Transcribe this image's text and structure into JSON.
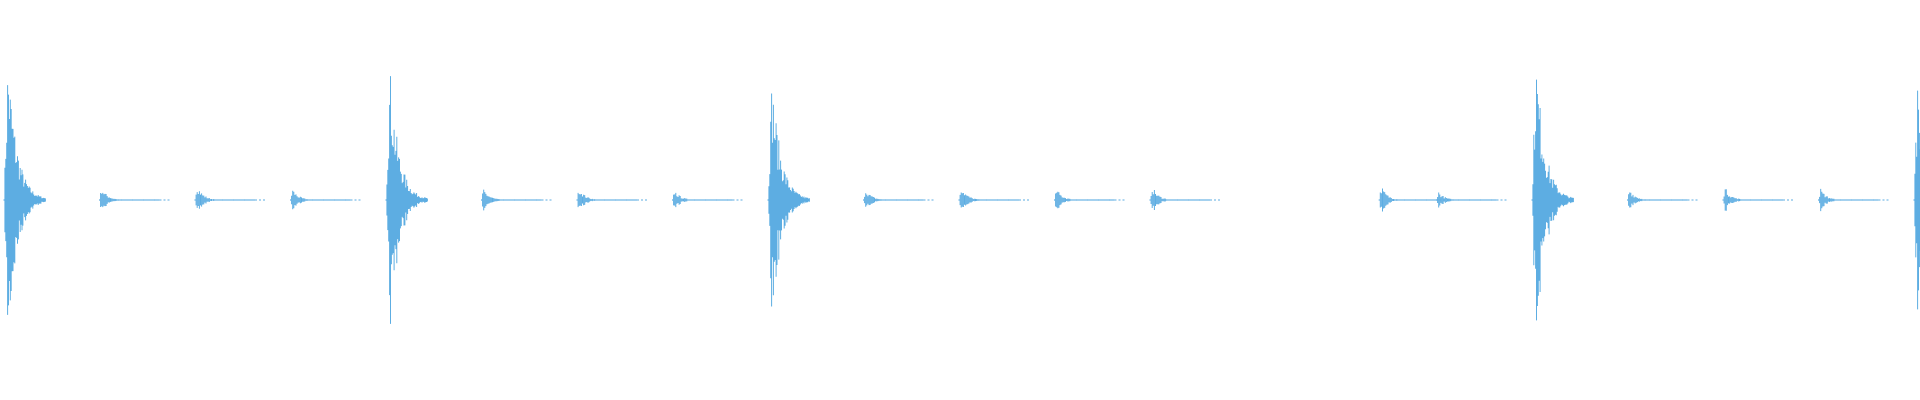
{
  "waveform": {
    "color": "#5dade2",
    "events": [
      {
        "time": 0.0,
        "amplitude": 1.0,
        "kind": "beat"
      },
      {
        "time": 0.05,
        "amplitude": 0.09,
        "kind": "tick"
      },
      {
        "time": 0.1,
        "amplitude": 0.11,
        "kind": "tick"
      },
      {
        "time": 0.15,
        "amplitude": 0.08,
        "kind": "tick"
      },
      {
        "time": 0.2,
        "amplitude": 0.9,
        "kind": "beat"
      },
      {
        "time": 0.25,
        "amplitude": 0.08,
        "kind": "tick"
      },
      {
        "time": 0.3,
        "amplitude": 0.09,
        "kind": "tick"
      },
      {
        "time": 0.35,
        "amplitude": 0.07,
        "kind": "tick"
      },
      {
        "time": 0.4,
        "amplitude": 0.85,
        "kind": "beat"
      },
      {
        "time": 0.45,
        "amplitude": 0.08,
        "kind": "tick"
      },
      {
        "time": 0.5,
        "amplitude": 0.1,
        "kind": "tick"
      },
      {
        "time": 0.55,
        "amplitude": 0.08,
        "kind": "tick"
      },
      {
        "time": 0.6,
        "amplitude": 0.1,
        "kind": "tick"
      },
      {
        "time": 0.72,
        "amplitude": 0.1,
        "kind": "tick"
      },
      {
        "time": 0.75,
        "amplitude": 0.06,
        "kind": "tick"
      },
      {
        "time": 0.8,
        "amplitude": 1.0,
        "kind": "beat"
      },
      {
        "time": 0.85,
        "amplitude": 0.08,
        "kind": "tick"
      },
      {
        "time": 0.9,
        "amplitude": 0.09,
        "kind": "tick"
      },
      {
        "time": 0.95,
        "amplitude": 0.08,
        "kind": "tick"
      },
      {
        "time": 1.0,
        "amplitude": 0.95,
        "kind": "beat"
      }
    ]
  }
}
